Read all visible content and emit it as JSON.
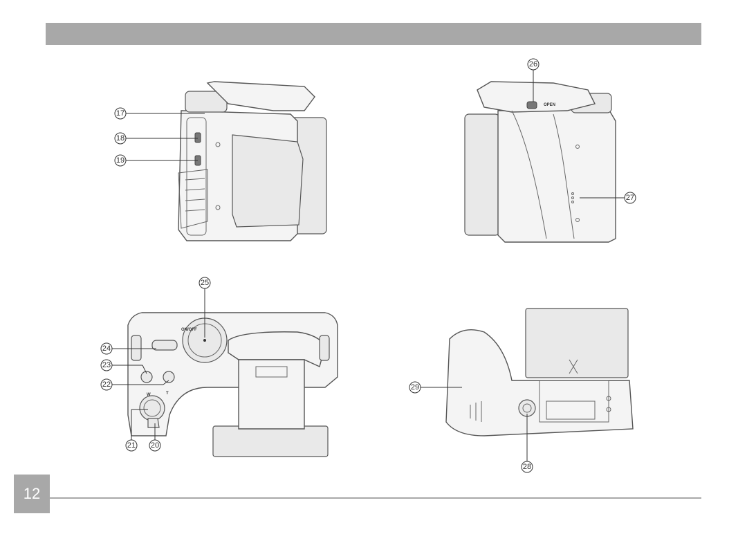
{
  "page": {
    "number": "12"
  },
  "views": {
    "left_side": {
      "callouts": [
        "17",
        "18",
        "19"
      ]
    },
    "right_side": {
      "callouts": [
        "26",
        "27"
      ],
      "flash_label": "OPEN"
    },
    "top": {
      "callouts": [
        "25",
        "24",
        "23",
        "22",
        "21",
        "20"
      ],
      "power_label": "ON/OFF",
      "zoom_label": "W",
      "zoom_label_tele": "T"
    },
    "bottom": {
      "callouts": [
        "29",
        "28"
      ]
    }
  },
  "colors": {
    "header_bar": "#a8a8a8",
    "line_art": "#555555"
  }
}
